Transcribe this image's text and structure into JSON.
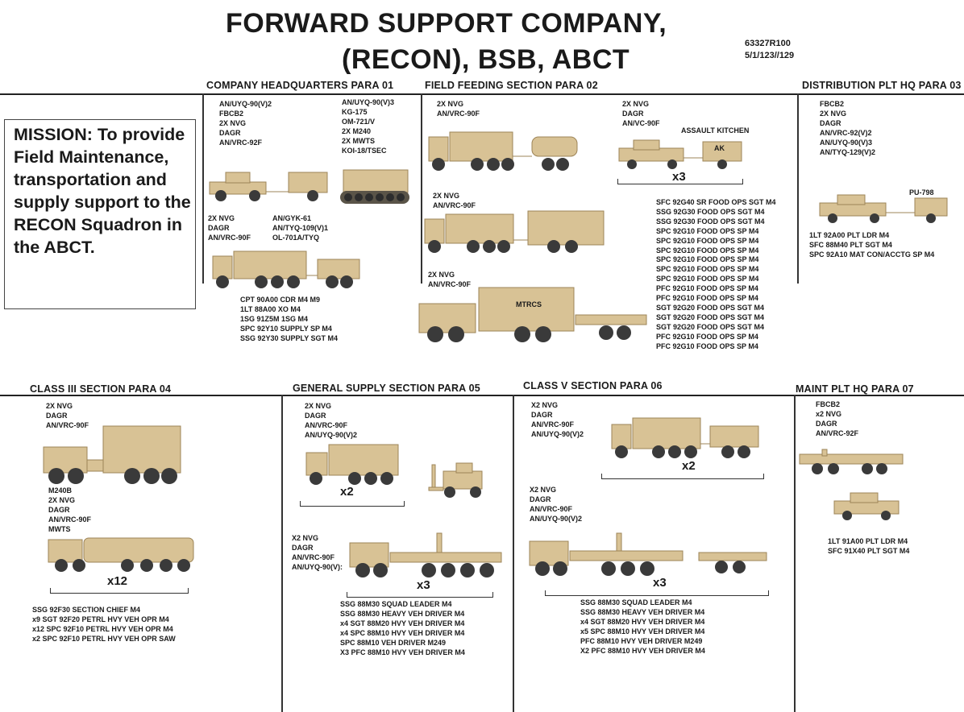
{
  "header": {
    "title_line1": "FORWARD SUPPORT COMPANY,",
    "title_line2": "(RECON), BSB, ABCT",
    "doc_number": "63327R100",
    "doc_ref": "5/1/123//129"
  },
  "mission": "MISSION: To provide Field Maintenance, transportation and supply support to the RECON Squadron in the ABCT.",
  "sections": {
    "hq": {
      "title": "COMPANY HEADQUARTERS  PARA 01",
      "eq_a": "AN/UYQ-90(V)2\nFBCB2\n2X NVG\nDAGR\nAN/VRC-92F",
      "eq_b": "AN/UYQ-90(V)3\nKG-175\nOM-721/V\n2X M240\n2X MWTS\nKOI-18/TSEC",
      "eq_c": "2X NVG\nDAGR\nAN/VRC-90F",
      "eq_d": "AN/GYK-61\nAN/TYQ-109(V)1\nOL-701A/TYQ",
      "personnel": "CPT 90A00 CDR M4 M9\n1LT 88A00 XO M4\n1SG 91Z5M 1SG M4\nSPC 92Y10 SUPPLY SP M4\nSSG 92Y30 SUPPLY SGT M4"
    },
    "field_feeding": {
      "title": "FIELD FEEDING SECTION  PARA 02",
      "eq_a": "2X NVG\nAN/VRC-90F",
      "eq_b": "2X NVG\nAN/VRC-90F",
      "eq_c": "2X NVG\nAN/VRC-90F",
      "eq_d": "2X NVG\nDAGR\nAN/VC-90F",
      "kitchen_label": "ASSAULT KITCHEN",
      "kitchen_tag": "AK",
      "kitchen_mult": "x3",
      "mtrcs_label": "MTRCS",
      "personnel": "SFC 92G40 SR FOOD OPS SGT M4\nSSG 92G30 FOOD OPS SGT M4\nSSG 92G30 FOOD OPS SGT M4\nSPC 92G10 FOOD OPS SP M4\nSPC 92G10 FOOD OPS SP M4\nSPC 92G10 FOOD OPS SP M4\nSPC 92G10 FOOD OPS SP M4\nSPC 92G10 FOOD OPS SP M4\nSPC 92G10 FOOD OPS SP M4\nPFC 92G10 FOOD OPS SP M4\nPFC 92G10 FOOD OPS SP M4\nSGT 92G20 FOOD OPS SGT M4\nSGT 92G20 FOOD OPS SGT M4\nSGT 92G20 FOOD OPS SGT M4\nPFC 92G10 FOOD OPS SP M4\nPFC 92G10 FOOD OPS SP M4"
    },
    "distribution": {
      "title": "DISTRIBUTION PLT HQ  PARA 03",
      "eq": "FBCB2\n2X NVG\nDAGR\nAN/VRC-92(V)2\nAN/UYQ-90(V)3\nAN/TYQ-129(V)2",
      "trailer_label": "PU-798",
      "personnel": "1LT 92A00 PLT LDR M4\nSFC 88M40 PLT SGT M4\nSPC 92A10 MAT CON/ACCTG SP M4"
    },
    "class3": {
      "title": "CLASS III SECTION  PARA 04",
      "eq_a": "2X NVG\nDAGR\nAN/VRC-90F",
      "eq_b": "M240B\n2X NVG\nDAGR\nAN/VRC-90F\nMWTS",
      "mult": "x12",
      "personnel": "SSG 92F30 SECTION CHIEF M4\nx9 SGT 92F20 PETRL HVY VEH OPR M4\nx12 SPC 92F10 PETRL HVY VEH OPR M4\nx2 SPC 92F10 PETRL HVY VEH OPR SAW"
    },
    "general_supply": {
      "title": "GENERAL SUPPLY SECTION  PARA 05",
      "eq_a": "2X NVG\nDAGR\nAN/VRC-90F\nAN/UYQ-90(V)2",
      "eq_b": "X2 NVG\nDAGR\nAN/VRC-90F\nAN/UYQ-90(V):",
      "mult_a": "x2",
      "mult_b": "x3",
      "personnel": "SSG 88M30 SQUAD LEADER M4\nSSG 88M30 HEAVY VEH DRIVER M4\nx4 SGT 88M20 HVY VEH DRIVER M4\nx4 SPC 88M10 HVY VEH DRIVER M4\nSPC 88M10 VEH DRIVER M249\nX3 PFC 88M10 HVY VEH DRIVER M4"
    },
    "class5": {
      "title": "CLASS V SECTION  PARA 06",
      "eq_a": "X2 NVG\nDAGR\nAN/VRC-90F\nAN/UYQ-90(V)2",
      "eq_b": "X2 NVG\nDAGR\nAN/VRC-90F\nAN/UYQ-90(V)2",
      "mult_a": "x2",
      "mult_b": "x3",
      "personnel": "SSG 88M30 SQUAD LEADER M4\nSSG 88M30 HEAVY VEH DRIVER M4\nx4 SGT 88M20 HVY VEH DRIVER M4\nx5 SPC 88M10 HVY VEH DRIVER M4\nPFC 88M10 HVY VEH DRIVER M249\nX2 PFC 88M10 HVY VEH DRIVER M4"
    },
    "maint": {
      "title": "MAINT PLT  HQ  PARA 07",
      "eq": "FBCB2\nx2 NVG\nDAGR\nAN/VRC-92F",
      "personnel": "1LT 91A00 PLT LDR M4\nSFC 91X40 PLT SGT M4"
    }
  },
  "colors": {
    "vehicle_tan": "#d8c295",
    "vehicle_shade": "#b49b6a",
    "wheel": "#3a3a3a",
    "line": "#222222"
  }
}
